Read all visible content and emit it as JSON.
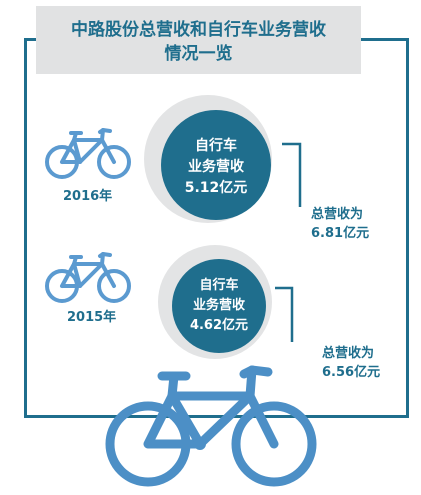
{
  "title": {
    "line1": "中路股份总营收和自行车业务营收",
    "line2": "情况一览"
  },
  "chart_data": {
    "type": "bubble",
    "categories": [
      "2016年",
      "2015年"
    ],
    "series": [
      {
        "name": "自行车业务营收",
        "values": [
          5.12,
          4.62
        ],
        "unit": "亿元"
      },
      {
        "name": "总营收",
        "values": [
          6.81,
          6.56
        ],
        "unit": "亿元"
      }
    ],
    "labels": {
      "bike_revenue": [
        {
          "line1": "自行车",
          "line2": "业务营收",
          "line3": "5.12亿元"
        },
        {
          "line1": "自行车",
          "line2": "业务营收",
          "line3": "4.62亿元"
        }
      ],
      "total_revenue": [
        {
          "line1": "总营收为",
          "line2": "6.81亿元"
        },
        {
          "line1": "总营收为",
          "line2": "6.56亿元"
        }
      ]
    }
  },
  "colors": {
    "accent": "#1f6e8d",
    "bike_light": "#5b9ad0",
    "bike_large": "#4c8fc6",
    "circle_grey": "#e3e4e5",
    "title_bg": "#e1e2e3"
  },
  "icons": [
    "bicycle-icon-2016",
    "bicycle-icon-2015",
    "bicycle-large-icon"
  ]
}
